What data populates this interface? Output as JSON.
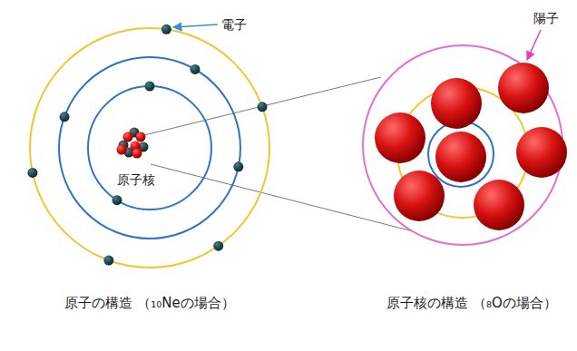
{
  "diagram": {
    "labels": [
      "電子",
      "陽子",
      "原子核",
      "原子の構造 （₁₀Neの場合）",
      "原子核の構造 （₈Oの場合）"
    ]
  }
}
